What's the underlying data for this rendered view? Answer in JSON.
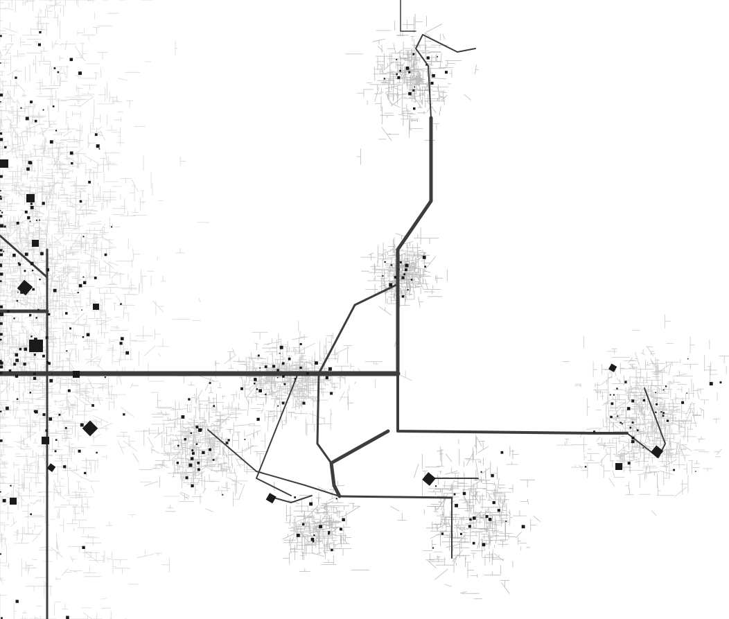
{
  "figure": {
    "background_color": "#ffffff",
    "trunk_color": "#3d3d3d",
    "branch_color": "#4a4a4a",
    "node_color": "#1a1a1a",
    "clusters": [
      {
        "id": "west-metro",
        "density": "very-high"
      },
      {
        "id": "north-settlement",
        "density": "medium"
      },
      {
        "id": "mid-junction",
        "density": "medium"
      },
      {
        "id": "central-cluster",
        "density": "high"
      },
      {
        "id": "south-central-cluster",
        "density": "high"
      },
      {
        "id": "lower-central-cluster",
        "density": "medium"
      },
      {
        "id": "southeast-cluster",
        "density": "medium"
      },
      {
        "id": "east-cluster",
        "density": "high"
      }
    ]
  }
}
